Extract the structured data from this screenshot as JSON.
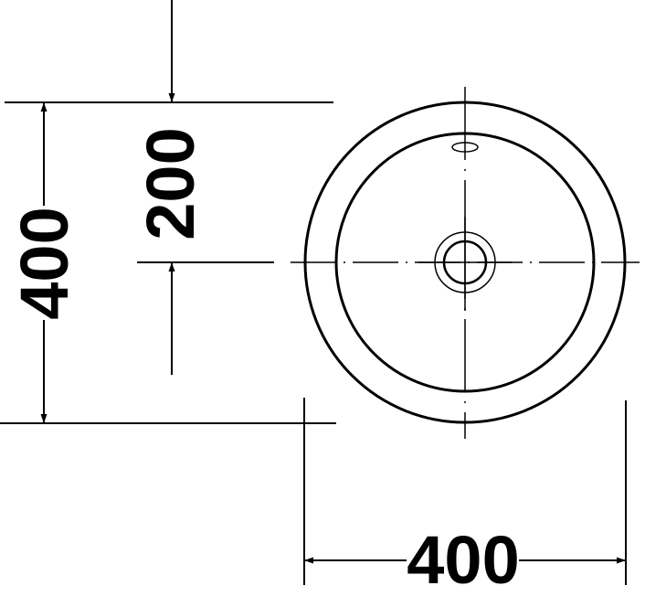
{
  "drawing": {
    "height_total": "400",
    "height_to_center": "200",
    "width_total": "400",
    "line_color": "#000000",
    "background": "#ffffff"
  }
}
